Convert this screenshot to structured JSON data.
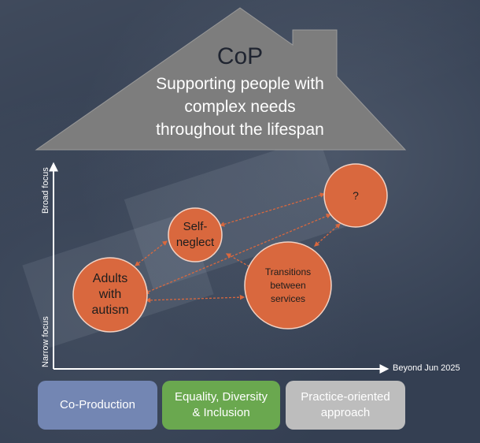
{
  "title": "CoP",
  "subtitle_lines": [
    "Supporting people with",
    "complex needs",
    "throughout the lifespan"
  ],
  "axes": {
    "y_top": "Broad focus",
    "y_bottom": "Narrow focus",
    "x_right": "Beyond Jun 2025"
  },
  "nodes": [
    {
      "id": "adults",
      "lines": [
        "Adults",
        "with",
        "autism"
      ]
    },
    {
      "id": "self",
      "lines": [
        "Self-",
        "neglect"
      ]
    },
    {
      "id": "transitions",
      "lines": [
        "Transitions",
        "between",
        "services"
      ]
    },
    {
      "id": "unknown",
      "lines": [
        "?"
      ]
    }
  ],
  "boxes": [
    {
      "lines": [
        "Co-Production"
      ],
      "color": "#7386b3"
    },
    {
      "lines": [
        "Equality, Diversity",
        "& Inclusion"
      ],
      "color": "#6aa84f"
    },
    {
      "lines": [
        "Practice-oriented",
        "approach"
      ],
      "color": "#bdbdbd"
    }
  ],
  "colors": {
    "house": "#7d7d7d",
    "node_fill": "#d9683e",
    "node_stroke": "#f2d2c4",
    "arrow": "#d9683e",
    "axis": "#ffffff"
  }
}
